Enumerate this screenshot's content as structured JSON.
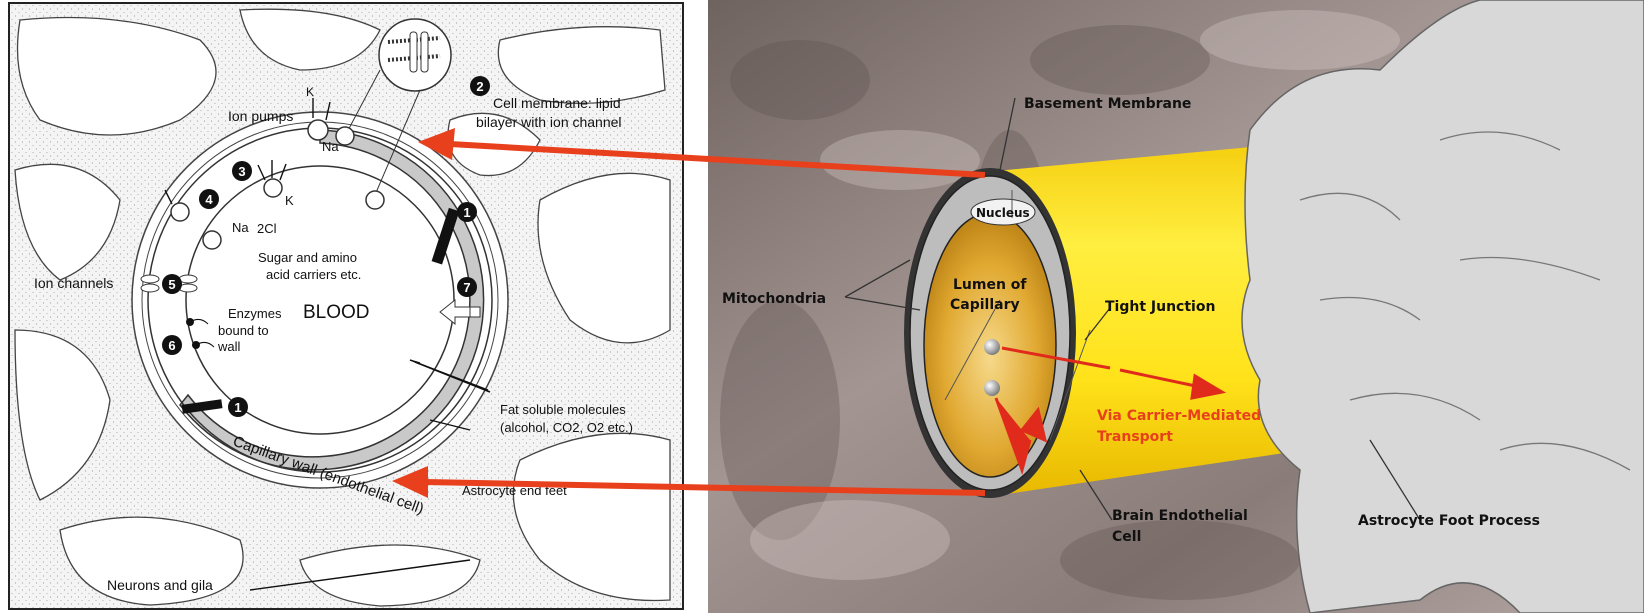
{
  "left_diagram": {
    "labels": {
      "membrane": "Cell membrane: lipid",
      "membrane_2": "bilayer with ion channel",
      "ion_pumps": "Ion pumps",
      "k": "K",
      "na": "Na",
      "na_plus": "Na",
      "k_plus": "K",
      "cl": "2Cl",
      "sugar": "Sugar and amino",
      "sugar_2": "acid carriers etc.",
      "ion_channels": "Ion channels",
      "enzymes": "Enzymes",
      "enzymes_2": "bound to",
      "enzymes_3": "wall",
      "blood": "BLOOD",
      "fat": "Fat soluble molecules",
      "fat_2": "(alcohol, CO2, O2 etc.)",
      "capillary_wall": "Capillary wall (endothelial cell)",
      "astrocyte_end_feet": "Astrocyte end feet",
      "neurons": "Neurons and gila"
    },
    "markers": [
      "1",
      "2",
      "3",
      "4",
      "5",
      "6",
      "7"
    ]
  },
  "right_diagram": {
    "labels": {
      "basement": "Basement Membrane",
      "nucleus": "Nucleus",
      "lumen": "Lumen of",
      "lumen_2": "Capillary",
      "mitochondria": "Mitochondria",
      "tight_junction": "Tight Junction",
      "via_carrier": "Via Carrier-Mediated",
      "transport": "Transport",
      "brain_endothelial": "Brain Endothelial",
      "cell": "Cell",
      "astrocyte_foot": "Astrocyte Foot Process"
    }
  },
  "colors": {
    "arrow": "#e8401c",
    "yellow": "#ffe21a",
    "lumen": "#d9a020",
    "background_right": "#8c7d7a",
    "wall_gray": "#c9c9c9"
  }
}
